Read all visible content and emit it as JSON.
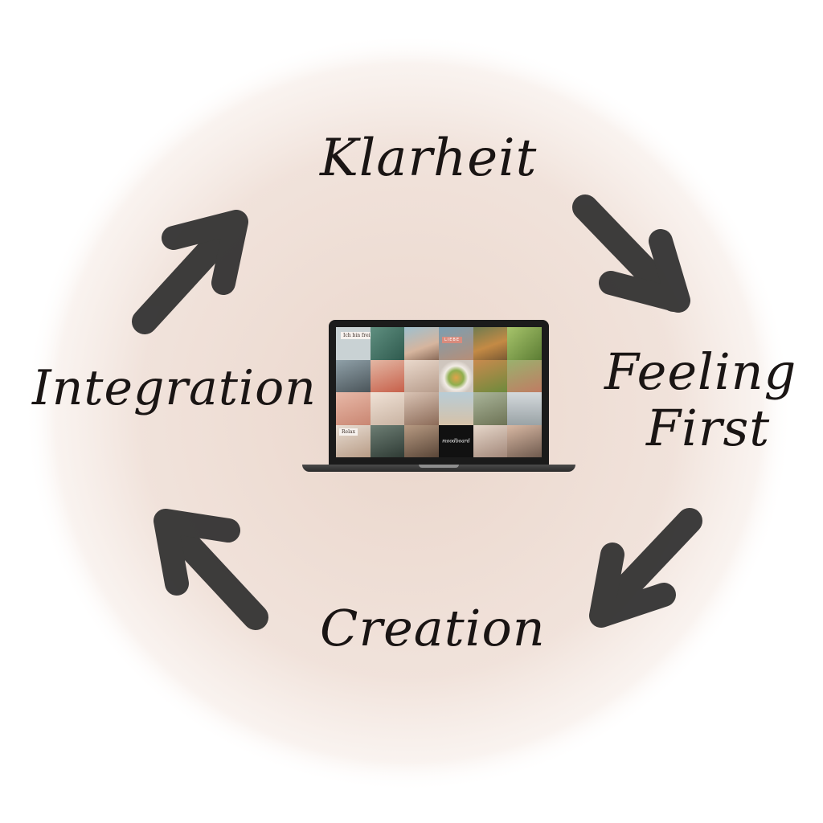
{
  "diagram": {
    "steps": [
      {
        "id": "klarheit",
        "label": "Klarheit"
      },
      {
        "id": "feeling-first",
        "label_line1": "Feeling",
        "label_line2": "First"
      },
      {
        "id": "creation",
        "label": "Creation"
      },
      {
        "id": "integration",
        "label": "Integration"
      }
    ],
    "colors": {
      "background": "#ffffff",
      "wash": "#ecd9cf",
      "ink": "#1a1514",
      "arrow": "#2e2e2e"
    }
  },
  "laptop_screen": {
    "tile_text_1": "Ich bin frei",
    "tile_text_2": "LIEBE",
    "tile_text_3": "Relax",
    "tile_text_4": "moodboard"
  }
}
